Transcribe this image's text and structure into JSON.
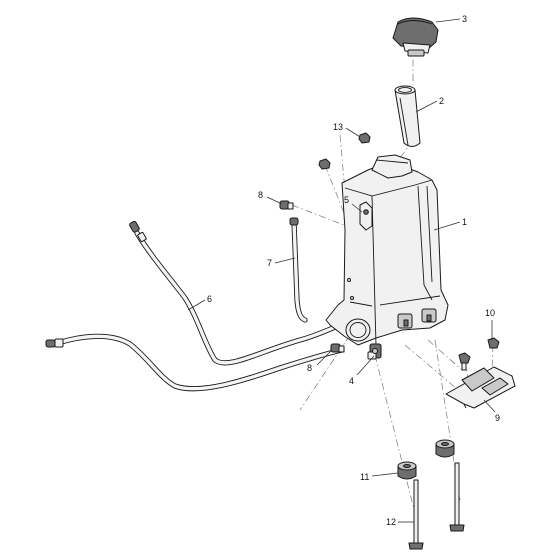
{
  "callouts": [
    {
      "id": "1",
      "label": "1"
    },
    {
      "id": "2",
      "label": "2"
    },
    {
      "id": "3",
      "label": "3"
    },
    {
      "id": "4",
      "label": "4"
    },
    {
      "id": "5",
      "label": "5"
    },
    {
      "id": "6",
      "label": "6"
    },
    {
      "id": "7",
      "label": "7"
    },
    {
      "id": "8a",
      "label": "8"
    },
    {
      "id": "8b",
      "label": "8"
    },
    {
      "id": "9",
      "label": "9"
    },
    {
      "id": "10",
      "label": "10"
    },
    {
      "id": "11",
      "label": "11"
    },
    {
      "id": "12",
      "label": "12"
    },
    {
      "id": "13",
      "label": "13"
    }
  ]
}
